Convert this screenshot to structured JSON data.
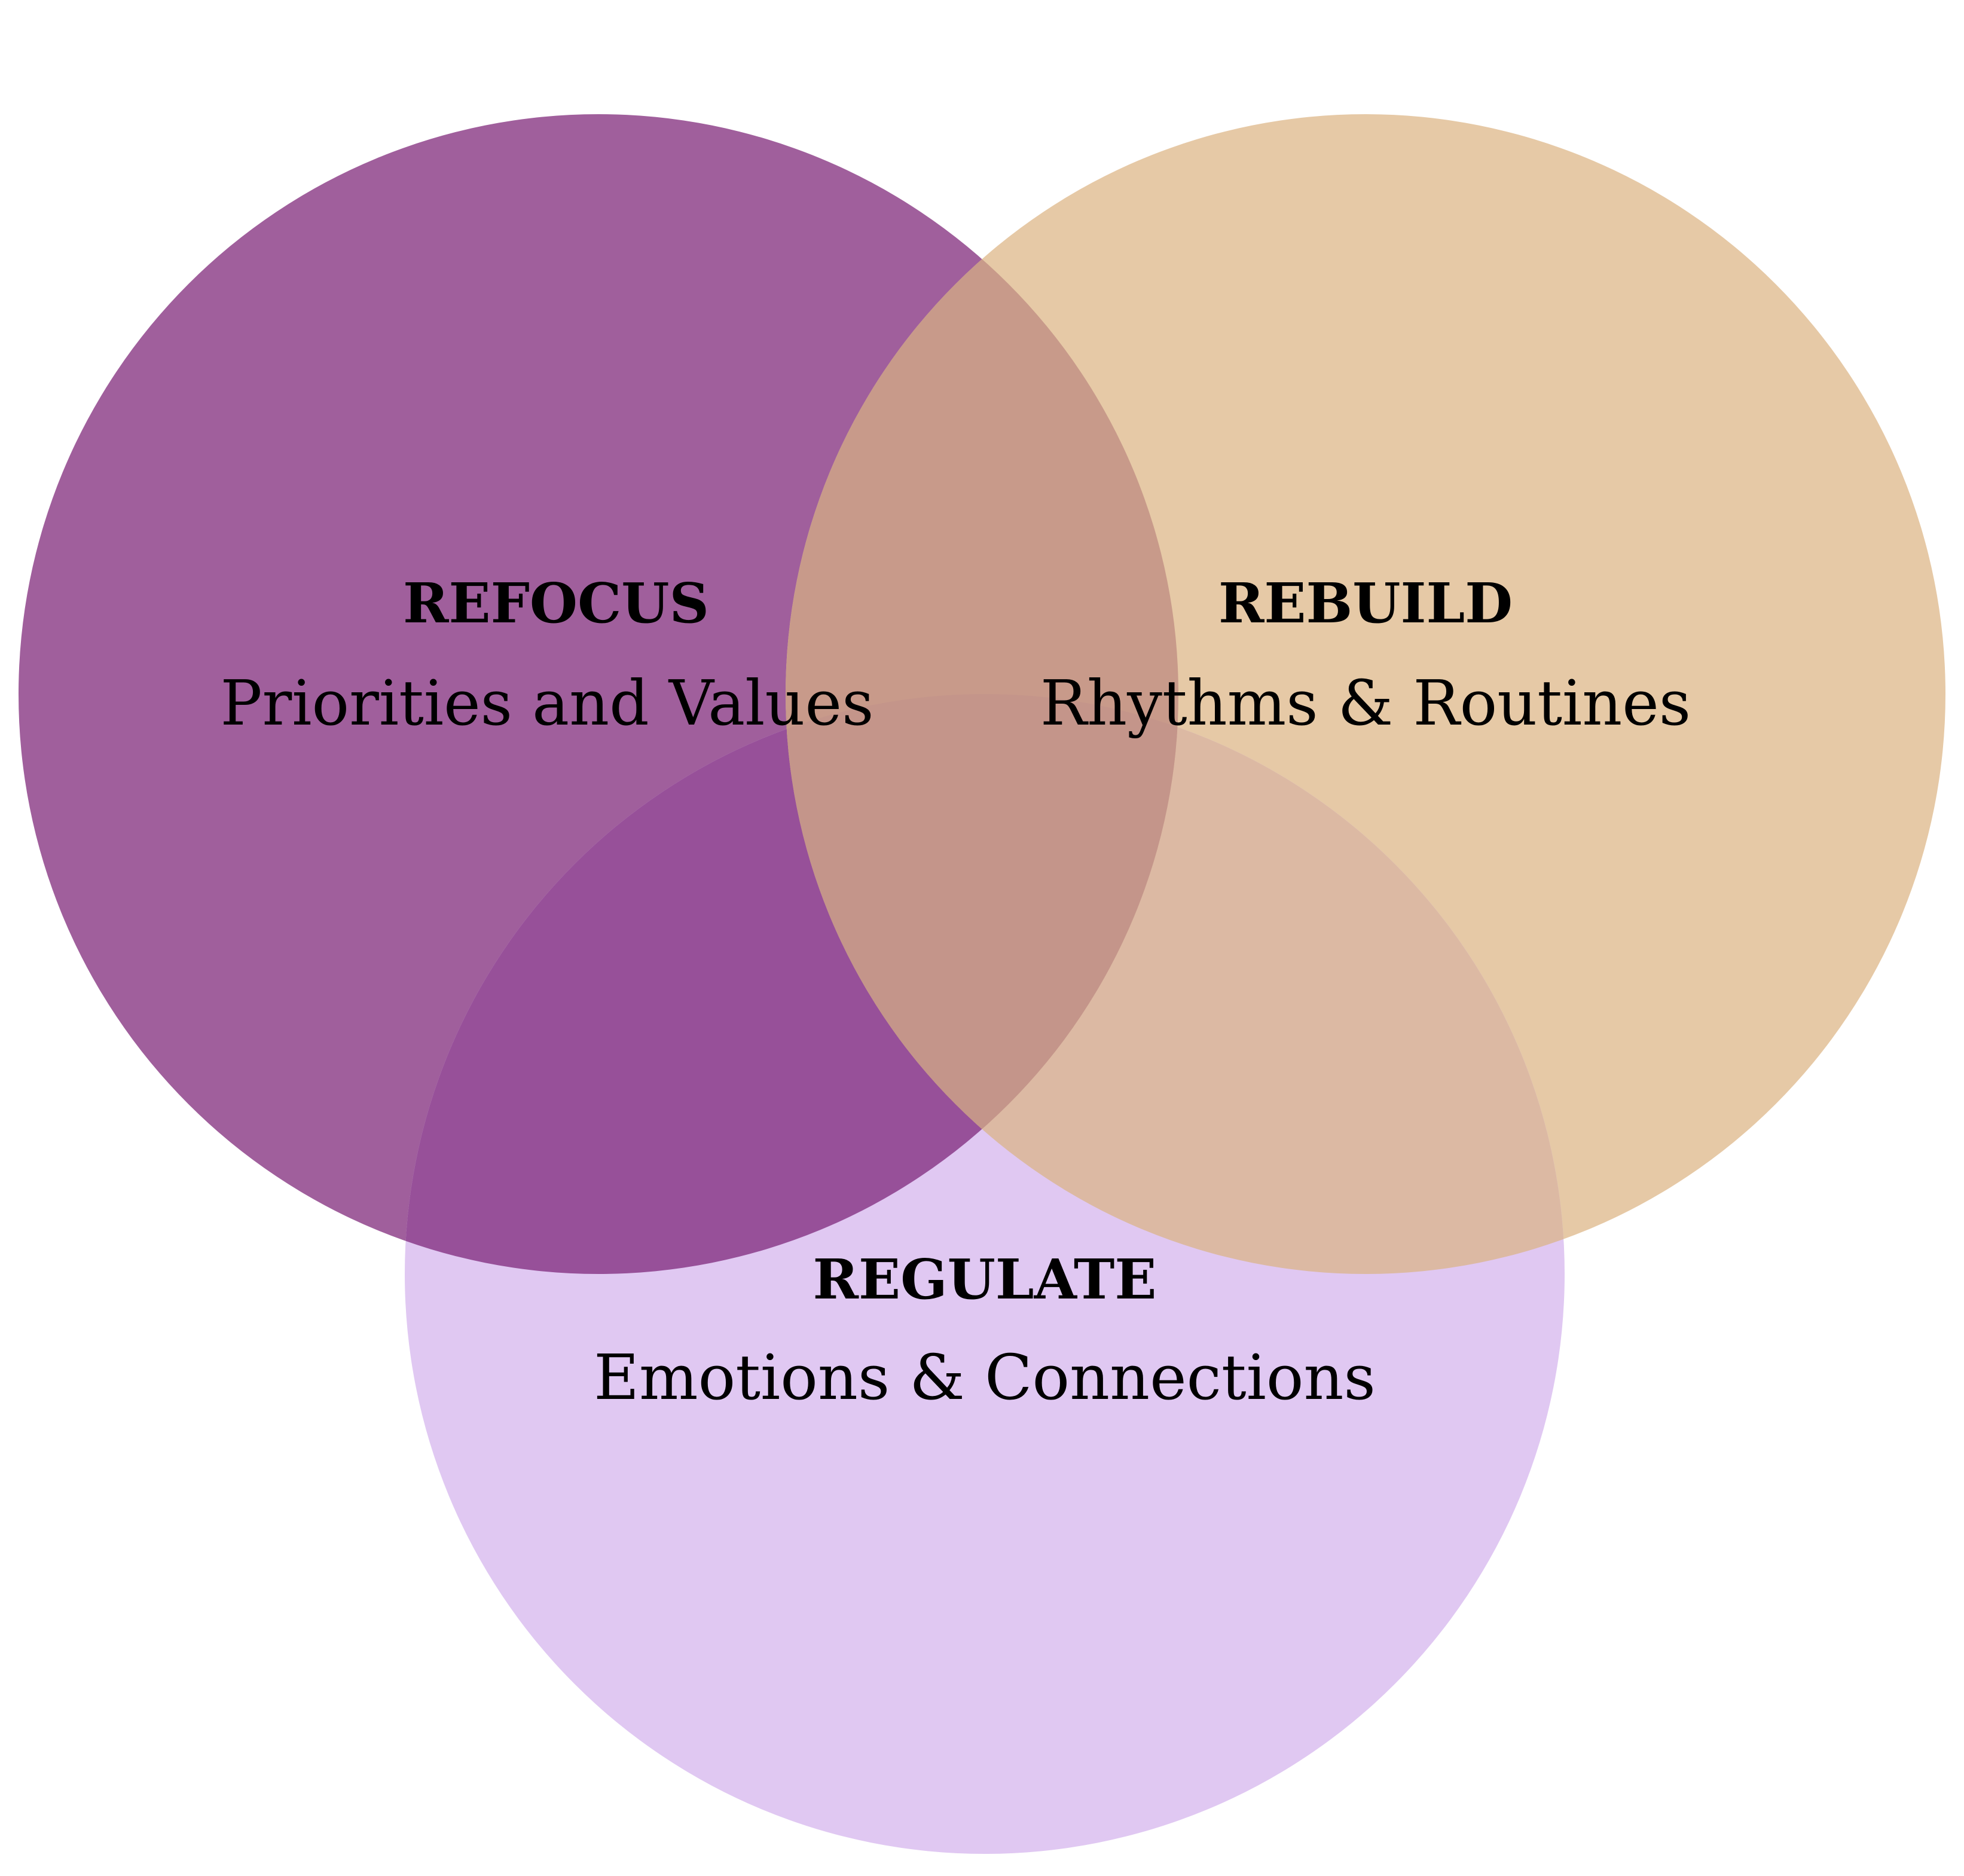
{
  "colors": {
    "refocus": "#A05F9C",
    "rebuild": "#E6C9A6",
    "regulate": "#E0C8F2",
    "refocus_regulate": "#975099",
    "rebuild_regulate": "#DCB9A3",
    "refocus_rebuild": "#C89A8A",
    "all_three": "#C4958A"
  },
  "circles": {
    "refocus": {
      "title": "REFOCUS",
      "subtitle": "Priorities and Values"
    },
    "rebuild": {
      "title": "REBUILD",
      "subtitle": "Rhythms & Routines"
    },
    "regulate": {
      "title": "REGULATE",
      "subtitle": "Emotions & Connections"
    }
  }
}
